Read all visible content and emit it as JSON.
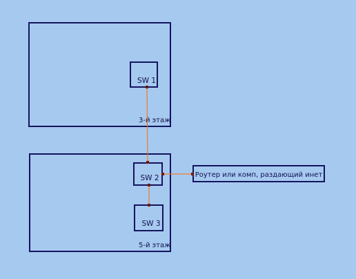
{
  "floors": [
    {
      "id": "floor-3",
      "label": "3-й этаж"
    },
    {
      "id": "floor-5",
      "label": "5-й этаж"
    }
  ],
  "switches": [
    {
      "id": "sw1",
      "label": "SW 1"
    },
    {
      "id": "sw2",
      "label": "SW 2"
    },
    {
      "id": "sw3",
      "label": "SW 3"
    }
  ],
  "router": {
    "label": "Роутер или комп, раздающий инет"
  },
  "connections": [
    {
      "from": "sw1",
      "to": "sw2"
    },
    {
      "from": "sw2",
      "to": "sw3"
    },
    {
      "from": "sw2",
      "to": "router"
    }
  ],
  "colors": {
    "background": "#a6c9f0",
    "box_border": "#14145e",
    "line": "#ff6a00",
    "port": "#6e1a0a"
  }
}
